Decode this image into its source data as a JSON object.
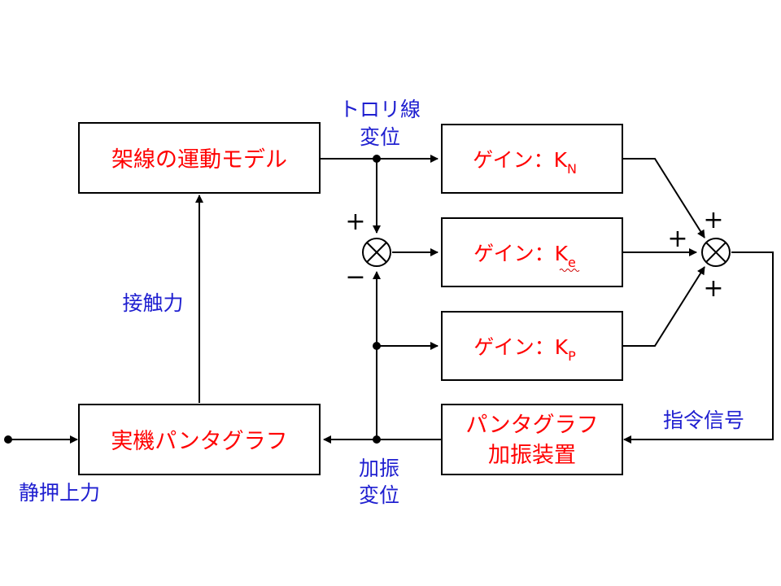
{
  "blocks": {
    "overhead_line_model": "架線の運動モデル",
    "actual_pantograph": "実機パンタグラフ",
    "exciter_line1": "パンタグラフ",
    "exciter_line2": "加振装置",
    "gain_prefix": "ゲイン：K",
    "gain_n_sub": "N",
    "gain_e_sub": "e",
    "gain_p_sub": "P"
  },
  "signals": {
    "trolley_disp_line1": "トロリ線",
    "trolley_disp_line2": "変位",
    "contact_force": "接触力",
    "static_uplift": "静押上力",
    "excite_disp_line1": "加振",
    "excite_disp_line2": "変位",
    "command_signal": "指令信号"
  },
  "signs": {
    "plus": "+",
    "minus": "−"
  },
  "colors": {
    "block_text": "#ff0000",
    "signal_text": "#1f1fd0",
    "line": "#000000"
  }
}
